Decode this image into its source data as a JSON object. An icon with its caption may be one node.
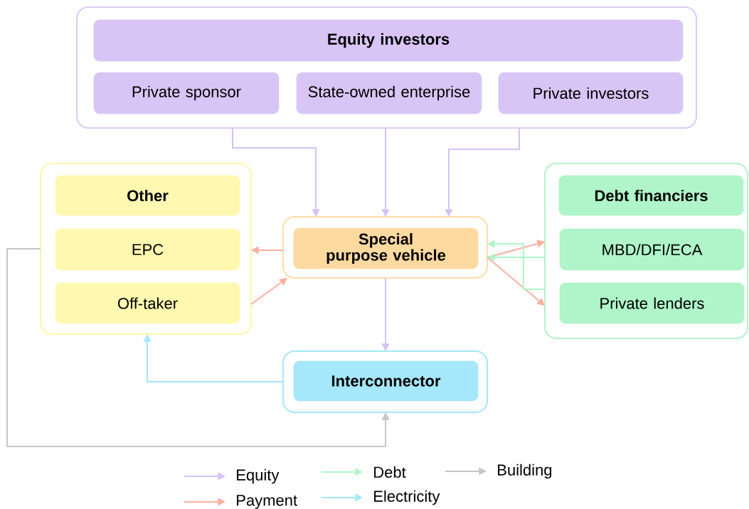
{
  "diagram": {
    "nodes": [
      {
        "text": [],
        "shape": "box"
      },
      {
        "text": [
          "Equity investors"
        ],
        "in": 0
      },
      {
        "text": [
          "Private sponsor"
        ],
        "in": 0
      },
      {
        "text": [
          "State-owned enterprise"
        ],
        "in": 0
      },
      {
        "text": [
          "Private investors"
        ],
        "in": 0
      },
      {
        "text": [],
        "shape": "box"
      },
      {
        "text": [
          "Other"
        ],
        "in": 5
      },
      {
        "text": [
          "EPC"
        ],
        "in": 5
      },
      {
        "text": [
          "Off-taker"
        ],
        "in": 5
      },
      {
        "text": [],
        "shape": "box"
      },
      {
        "text": [
          "Special purpose vehicle"
        ],
        "in": 9
      },
      {
        "text": [],
        "shape": "box"
      },
      {
        "text": [
          "Debt financiers"
        ],
        "in": 11
      },
      {
        "text": [
          "MBD/DFI/ECA"
        ],
        "in": 11
      },
      {
        "text": [
          "Private lenders"
        ],
        "in": 11
      },
      {
        "text": [],
        "shape": "box"
      },
      {
        "text": [
          "Interconnector"
        ],
        "in": 15
      }
    ],
    "edges": [
      {
        "from": 0,
        "to": 9,
        "arrow": "to",
        "color": "#d5c2f5"
      },
      {
        "from": 0,
        "to": 9,
        "arrow": "to",
        "color": "#d5c2f5"
      },
      {
        "from": 0,
        "to": 9,
        "arrow": "to",
        "color": "#d5c2f5"
      },
      {
        "from": 9,
        "to": 5,
        "arrow": "to",
        "color": "#fbb0a0"
      },
      {
        "from": 5,
        "to": 9,
        "arrow": "to",
        "color": "#fbb0a0"
      },
      {
        "from": 9,
        "to": 11,
        "arrow": "to",
        "color": "#fbb0a0"
      },
      {
        "from": 9,
        "to": 11,
        "arrow": "to",
        "color": "#fbb0a0"
      },
      {
        "from": 11,
        "to": 9,
        "arrow": "to",
        "color": "#aef5c8"
      },
      {
        "from": 11,
        "to": 9,
        "arrow": "to",
        "color": "#aef5c8"
      },
      {
        "from": 9,
        "to": 15,
        "arrow": "to",
        "color": "#d5c2f5"
      },
      {
        "from": 15,
        "to": 5,
        "arrow": "to",
        "color": "#a5e7fb"
      },
      {
        "from": 5,
        "to": 15,
        "arrow": "to",
        "color": "#c8c6c6"
      }
    ],
    "legend": [
      {
        "text": "Equity"
      },
      {
        "text": "Payment"
      },
      {
        "text": "Debt"
      },
      {
        "text": "Electricity"
      },
      {
        "text": "Building"
      }
    ]
  }
}
